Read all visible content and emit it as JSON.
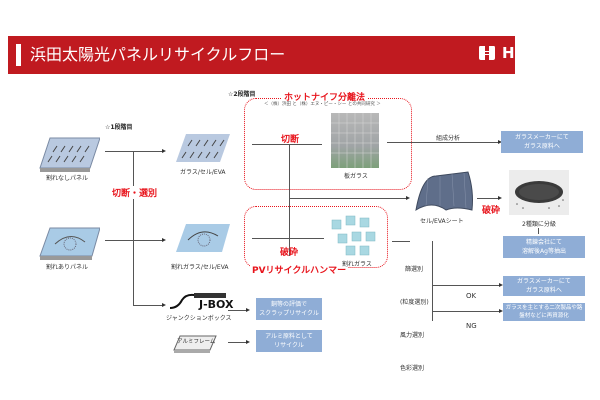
{
  "header": {
    "title": "浜田太陽光パネルリサイクルフロー",
    "brand": "HAMADA",
    "colors": {
      "brand_red": "#c01a20",
      "accent_red": "#e8141c",
      "box_blue": "#8fadd6"
    }
  },
  "stage1": {
    "label": "☆1段階目",
    "process_label": "切断・選別",
    "inputs": [
      {
        "label": "割れなしパネル"
      },
      {
        "label": "割れありパネル"
      }
    ],
    "outputs": [
      {
        "label": "ガラス/セル/EVA"
      },
      {
        "label": "割れガラス/セル/EVA"
      },
      {
        "label": "J-BOX",
        "sublabel": "ジャンクションボックス"
      },
      {
        "label": "アルミフレーム"
      }
    ]
  },
  "stage2": {
    "label": "☆2段階目",
    "hotknife": {
      "title": "ホットナイフ分離法",
      "note": "＜（株）浜田 と（株）エヌ・ピー・シー との共同研究 ＞",
      "process": "切断",
      "product": "板ガラス"
    },
    "hammer": {
      "title": "PVリサイクルハンマー",
      "process": "破砕",
      "product": "割れガラス"
    }
  },
  "analysis": {
    "composition_label": "組成分析",
    "sheet_label": "セル/EVAシート",
    "crush_label": "破砕",
    "separate_label": "2種類に分級",
    "sort_methods": [
      "篩選別",
      "(粒度選別)",
      "風力選別",
      "色彩選別"
    ],
    "ok_label": "OK",
    "ng_label": "NG"
  },
  "result_boxes": {
    "glass_maker_top": [
      "ガラスメーカーにて",
      "ガラス原料へ"
    ],
    "refinery": [
      "精錬会社にて",
      "溶解後Ag等抽出"
    ],
    "glass_maker_ok": [
      "ガラスメーカーにて",
      "ガラス原料へ"
    ],
    "secondary": [
      "ガラスを主とする二次製品や路",
      "盤材などに再資源化"
    ],
    "jbox": [
      "銅等の評価で",
      "スクラップリサイクル"
    ],
    "aluminum": [
      "アルミ原料として",
      "リサイクル"
    ]
  }
}
